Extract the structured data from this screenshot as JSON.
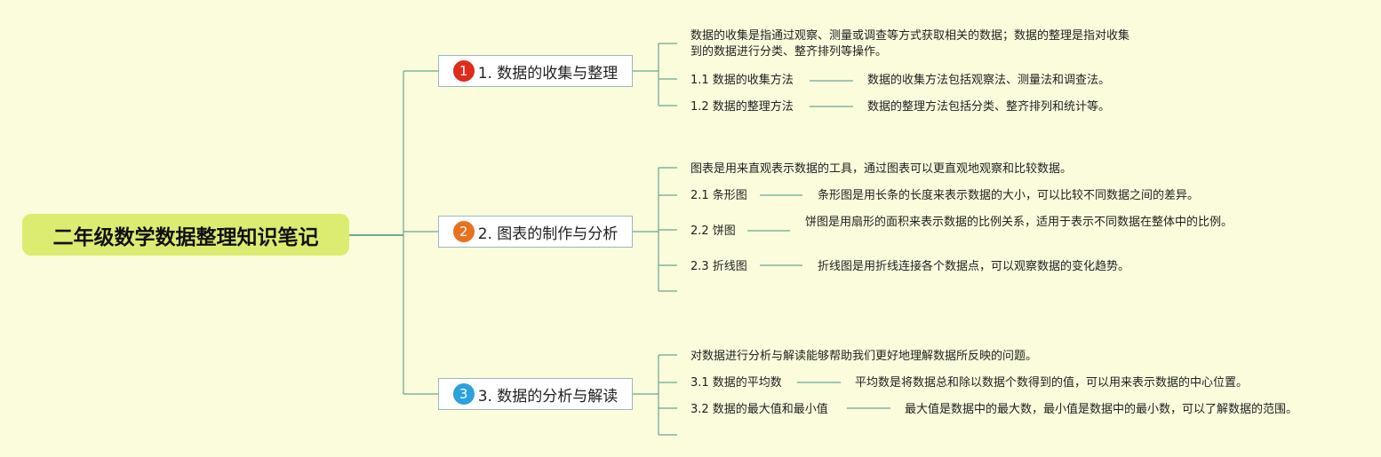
{
  "root": {
    "title": "二年级数学数据整理知识笔记"
  },
  "branches": [
    {
      "num": "1",
      "color": "#e02a1a",
      "label": "1. 数据的收集与整理",
      "intro": "数据的收集是指通过观察、测量或调查等方式获取相关的数据；数据的整理是指对收集到的数据进行分类、整齐排列等操作。",
      "subs": [
        {
          "label": "1.1 数据的收集方法",
          "desc": "数据的收集方法包括观察法、测量法和调查法。"
        },
        {
          "label": "1.2 数据的整理方法",
          "desc": "数据的整理方法包括分类、整齐排列和统计等。"
        }
      ]
    },
    {
      "num": "2",
      "color": "#e9711d",
      "label": "2. 图表的制作与分析",
      "intro": "图表是用来直观表示数据的工具，通过图表可以更直观地观察和比较数据。",
      "subs": [
        {
          "label": "2.1 条形图",
          "desc": "条形图是用长条的长度来表示数据的大小，可以比较不同数据之间的差异。"
        },
        {
          "label": "2.2 饼图",
          "desc": "饼图是用扇形的面积来表示数据的比例关系，适用于表示不同数据在整体中的比例。"
        },
        {
          "label": "2.3 折线图",
          "desc": "折线图是用折线连接各个数据点，可以观察数据的变化趋势。"
        }
      ]
    },
    {
      "num": "3",
      "color": "#2ba1dd",
      "label": "3. 数据的分析与解读",
      "intro": "对数据进行分析与解读能够帮助我们更好地理解数据所反映的问题。",
      "subs": [
        {
          "label": "3.1 数据的平均数",
          "desc": "平均数是将数据总和除以数据个数得到的值，可以用来表示数据的中心位置。"
        },
        {
          "label": "3.2 数据的最大值和最小值",
          "desc": "最大值是数据中的最大数，最小值是数据中的最小数，可以了解数据的范围。"
        }
      ]
    }
  ],
  "colors": {
    "line": "#5a9c86",
    "background": "#fafcdc",
    "root_fill": "#dcec71"
  }
}
